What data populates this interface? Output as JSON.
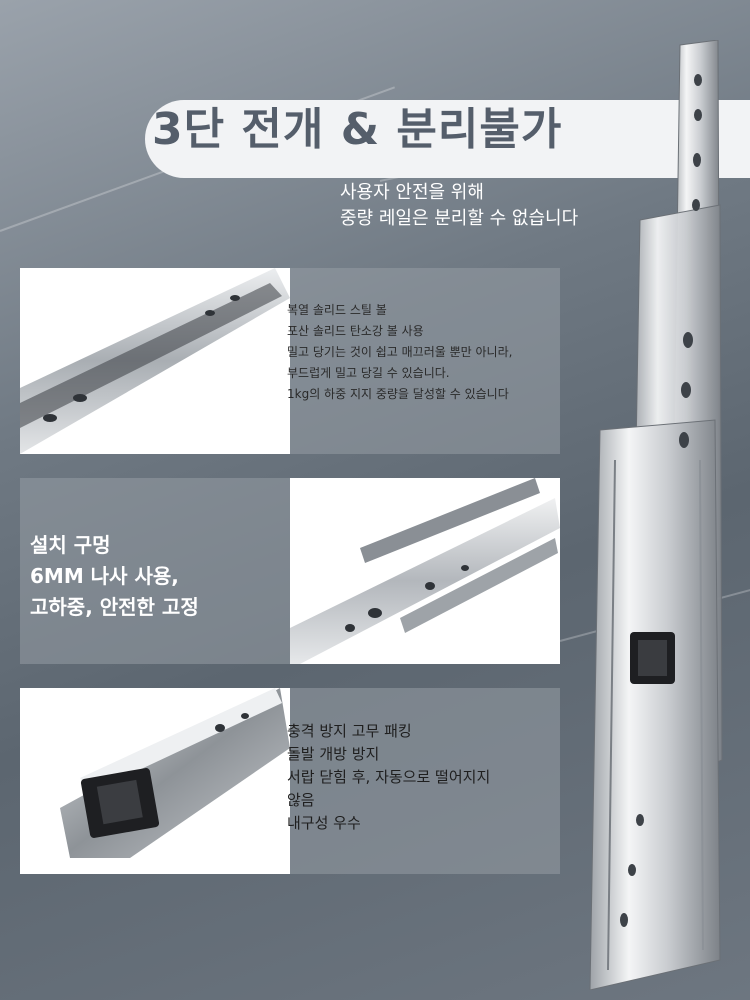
{
  "header": {
    "title": "3단 전개 & 분리불가",
    "subtitle_lines": [
      "사용자 안전을 위해",
      "중량 레일은 분리할 수 없습니다"
    ]
  },
  "section1": {
    "lines": [
      "복열 솔리드 스틸 볼",
      "포산 솔리드 탄소강 볼 사용",
      "밀고 당기는 것이 쉽고 매끄러울 뿐만 아니라,",
      " 부드럽게 밀고 당길 수 있습니다.",
      "1kg의 하중 지지 중량을 달성할 수 있습니다"
    ]
  },
  "section2": {
    "lines": [
      "설치 구멍",
      "6MM 나사 사용,",
      "고하중, 안전한 고정"
    ]
  },
  "section3": {
    "lines": [
      "충격 방지 고무 패킹",
      "돌발 개방 방지",
      "서랍 닫힘 후, 자동으로 떨어지지",
      "않음",
      "내구성 우수"
    ]
  },
  "colors": {
    "title_bar": "#f2f3f5",
    "title_text": "#555e6b",
    "background": "#6f7983"
  }
}
